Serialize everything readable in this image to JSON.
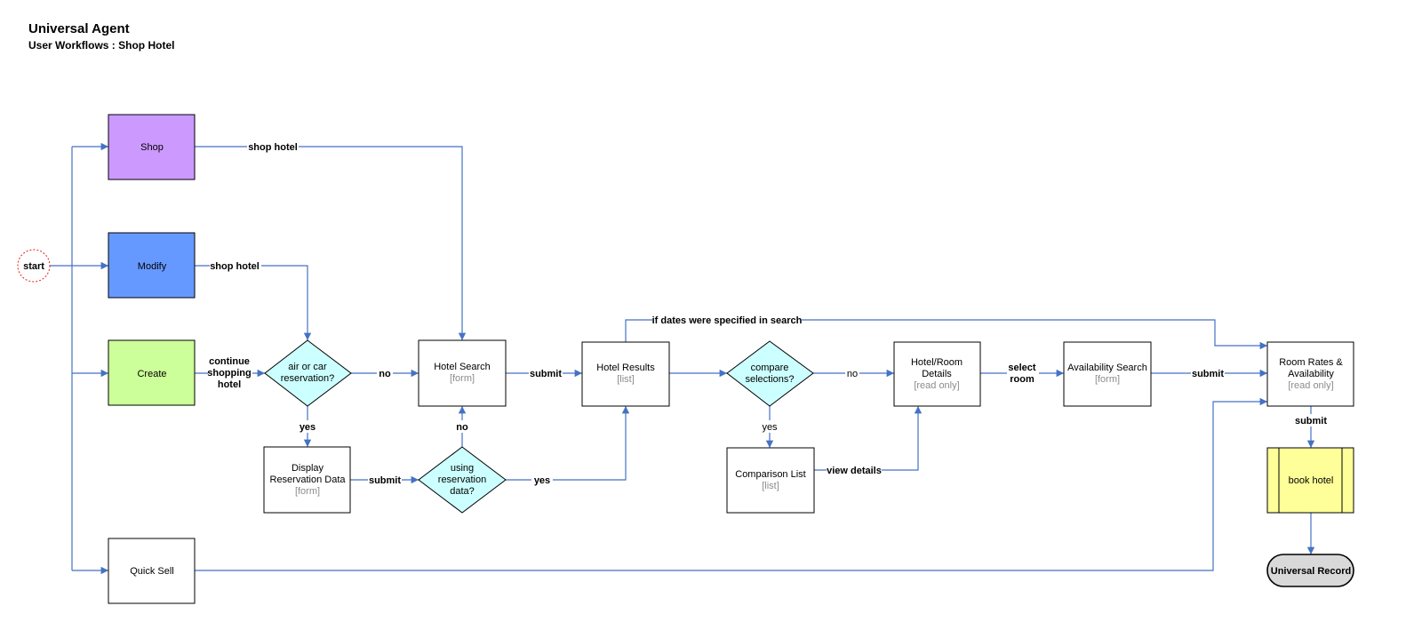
{
  "header": {
    "title": "Universal Agent",
    "subtitle": "User Workflows :  Shop Hotel"
  },
  "nodes": {
    "start": "start",
    "shop": "Shop",
    "modify": "Modify",
    "create": "Create",
    "quick_sell": "Quick Sell",
    "air_car": [
      "air or car",
      "reservation?"
    ],
    "hotel_search": {
      "title": "Hotel Search",
      "kind": "[form]"
    },
    "display_res": {
      "title": [
        "Display",
        "Reservation Data"
      ],
      "kind": "[form]"
    },
    "using_res": [
      "using",
      "reservation",
      "data?"
    ],
    "hotel_results": {
      "title": "Hotel Results",
      "kind": "[list]"
    },
    "compare": [
      "compare",
      "selections?"
    ],
    "comparison_list": {
      "title": "Comparison List",
      "kind": "[list]"
    },
    "hotel_room": {
      "title": [
        "Hotel/Room",
        "Details"
      ],
      "kind": "[read only]"
    },
    "avail_search": {
      "title": "Availability Search",
      "kind": "[form]"
    },
    "room_rates": {
      "title": [
        "Room Rates &",
        "Availability"
      ],
      "kind": "[read only]"
    },
    "book_hotel": "book hotel",
    "universal_record": "Universal Record"
  },
  "edges": {
    "shop_hotel_1": "shop hotel",
    "shop_hotel_2": "shop hotel",
    "continue_shopping": [
      "continue",
      "shopping",
      "hotel"
    ],
    "no_1": "no",
    "yes_1": "yes",
    "submit_1": "submit",
    "no_2": "no",
    "submit_2": "submit",
    "yes_2": "yes",
    "if_dates": "if dates were specified in search",
    "no_3": "no",
    "yes_3": "yes",
    "view_details": "view details",
    "select_room": [
      "select",
      "room"
    ],
    "submit_3": "submit",
    "submit_4": "submit"
  },
  "colors": {
    "shop": "#cc99ff",
    "modify": "#6699ff",
    "create": "#ccff99",
    "decision": "#ccffff",
    "book_hotel": "#ffff99",
    "universal_record": "#d9d9d9",
    "connector": "#4472c4",
    "start_border": "#e0201c"
  }
}
